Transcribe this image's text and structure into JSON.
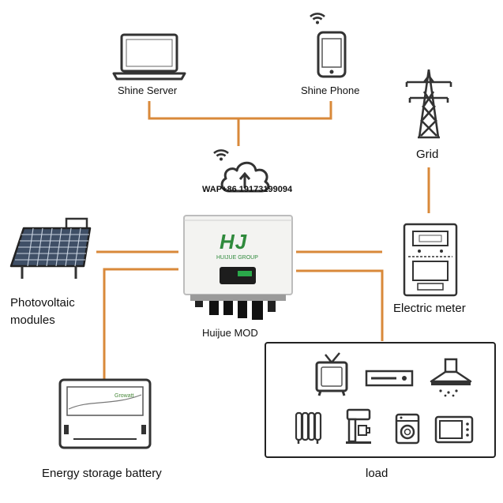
{
  "labels": {
    "shine_server": "Shine Server",
    "shine_phone": "Shine Phone",
    "grid": "Grid",
    "wap": "WAP+86 19173199094",
    "pv_modules": "Photovoltaic\nmodules",
    "electric_meter": "Electric meter",
    "inverter_name": "Huijue MOD",
    "battery": "Energy storage battery",
    "load": "load"
  },
  "inverter": {
    "logo_text": "HJ",
    "brand": "HUIJUE GROUP"
  },
  "battery_device": {
    "brand": "Growatt"
  },
  "colors": {
    "wire": "#d9893a",
    "device_stroke": "#333333",
    "logo_green": "#2f8a3c"
  }
}
